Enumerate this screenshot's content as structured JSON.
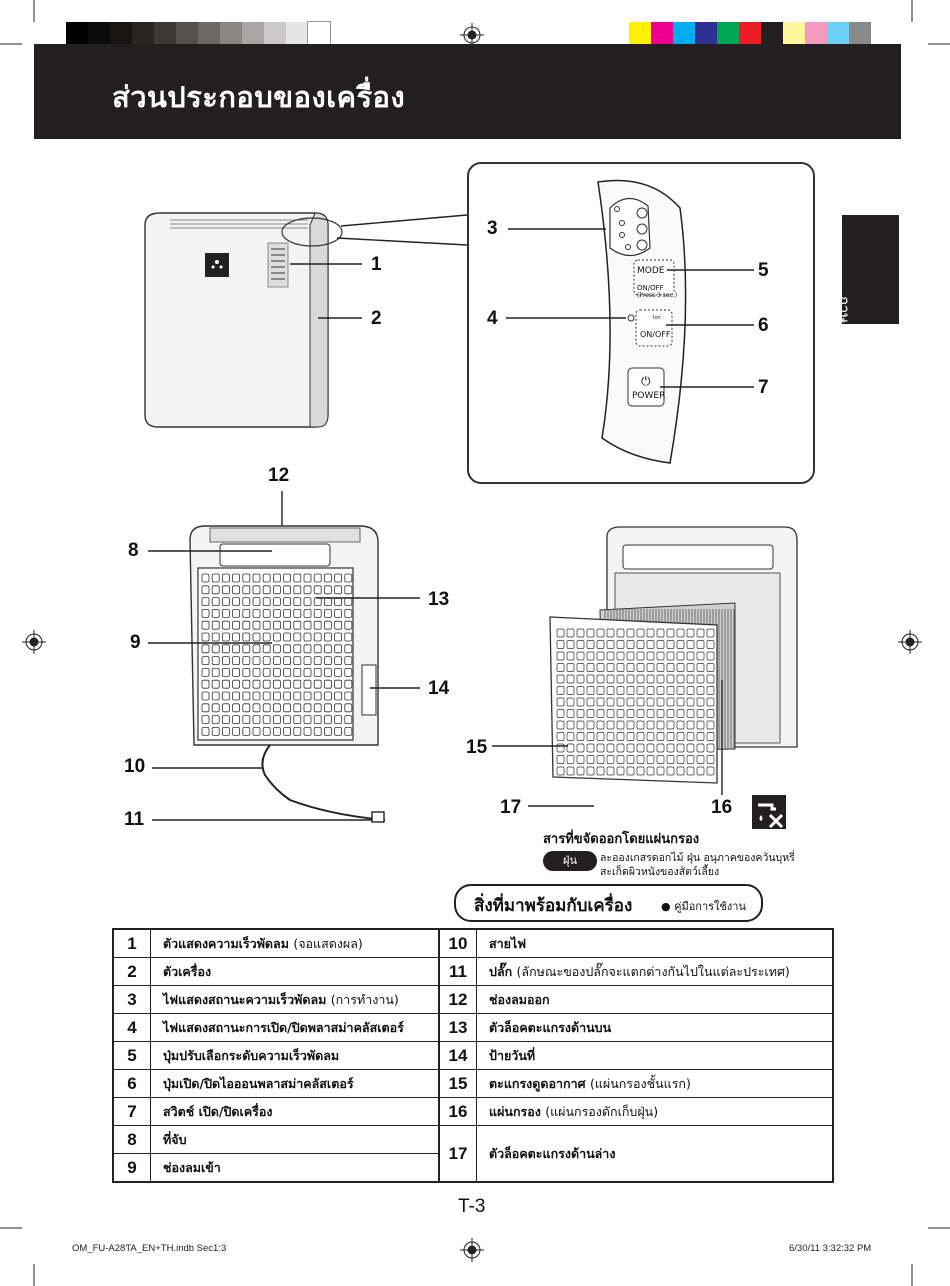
{
  "header": {
    "title": "ส่วนประกอบของเครื่อง"
  },
  "side_tab": {
    "label": "ภาษาไทย"
  },
  "colors": {
    "gray_bars": [
      "#000000",
      "#0a0a0a",
      "#1a1410",
      "#2a2522",
      "#3d3836",
      "#55504e",
      "#6d6866",
      "#8a8684",
      "#a9a6a5",
      "#cac8c8",
      "#e6e5e5",
      "#ffffff"
    ],
    "color_bars": [
      "#fff200",
      "#ec008c",
      "#00aeef",
      "#2e3192",
      "#00a651",
      "#ed1c24",
      "#231f20",
      "#fff799",
      "#f49ac1",
      "#6dcff6",
      "#898989"
    ]
  },
  "panel": {
    "mode_label": "MODE",
    "onoff_press": "ON/OFF",
    "press_hint": "(Press 3 sec.)",
    "ion_label": "ON/OFF",
    "ion_small": "Ion",
    "power_label": "POWER"
  },
  "callouts": {
    "c1": "1",
    "c2": "2",
    "c3": "3",
    "c4": "4",
    "c5": "5",
    "c6": "6",
    "c7": "7",
    "c8": "8",
    "c9": "9",
    "c10": "10",
    "c11": "11",
    "c12": "12",
    "c13": "13",
    "c14": "14",
    "c15": "15",
    "c16": "16",
    "c17": "17"
  },
  "removed": {
    "title": "สารที่ขจัดออกโดยแผ่นกรอง",
    "badge": "ฝุ่น",
    "desc_line1": "ละอองเกสรดอกไม้ ฝุ่น อนุภาคของควันบุหรี่",
    "desc_line2": "สะเก็ดผิวหนังของสัตว์เลี้ยง"
  },
  "accessories": {
    "title": "สิ่งที่มาพร้อมกับเครื่อง",
    "item": "● คู่มือการใช้งาน"
  },
  "parts": [
    {
      "left_num": "1",
      "left_label": "ตัวแสดงความเร็วพัดลม",
      "left_sub": "(จอแสดงผล)",
      "right_num": "10",
      "right_label": "สายไฟ",
      "right_sub": ""
    },
    {
      "left_num": "2",
      "left_label": "ตัวเครื่อง",
      "left_sub": "",
      "right_num": "11",
      "right_label": "ปลั๊ก",
      "right_sub": "(ลักษณะของปลั๊กจะแตกต่างกันไปในแต่ละประเทศ)"
    },
    {
      "left_num": "3",
      "left_label": "ไฟแสดงสถานะความเร็วพัดลม",
      "left_sub": "(การทำงาน)",
      "right_num": "12",
      "right_label": "ช่องลมออก",
      "right_sub": ""
    },
    {
      "left_num": "4",
      "left_label": "ไฟแสดงสถานะการเปิด/ปิดพลาสม่าคลัสเตอร์",
      "left_sub": "",
      "right_num": "13",
      "right_label": "ตัวล็อคตะแกรงด้านบน",
      "right_sub": ""
    },
    {
      "left_num": "5",
      "left_label": "ปุ่มปรับเลือกระดับความเร็วพัดลม",
      "left_sub": "",
      "right_num": "14",
      "right_label": "ป้ายวันที่",
      "right_sub": ""
    },
    {
      "left_num": "6",
      "left_label": "ปุ่มเปิด/ปิดไอออนพลาสม่าคลัสเตอร์",
      "left_sub": "",
      "right_num": "15",
      "right_label": "ตะแกรงดูดอากาศ",
      "right_sub": "(แผ่นกรองชั้นแรก)"
    },
    {
      "left_num": "7",
      "left_label": "สวิตช์ เปิด/ปิดเครื่อง",
      "left_sub": "",
      "right_num": "16",
      "right_label": "แผ่นกรอง",
      "right_sub": "(แผ่นกรองดักเก็บฝุ่น)"
    }
  ],
  "parts_tail": {
    "row8_num": "8",
    "row8_label": "ที่จับ",
    "row9_num": "9",
    "row9_label": "ช่องลมเข้า",
    "row17_num": "17",
    "row17_label": "ตัวล็อคตะแกรงด้านล่าง"
  },
  "page_number": "T-3",
  "footer": {
    "left": "OM_FU-A28TA_EN+TH.indb   Sec1:3",
    "right": "6/30/11   3:32:32 PM"
  }
}
